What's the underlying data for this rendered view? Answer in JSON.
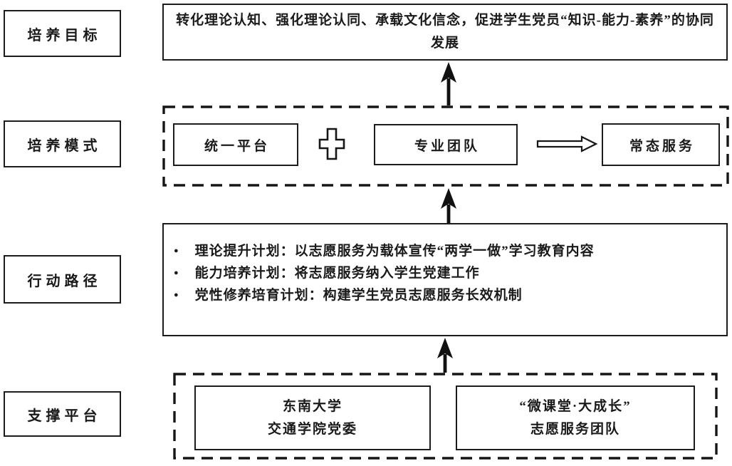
{
  "colors": {
    "ink": "#1a1a1a",
    "background": "#ffffff"
  },
  "glyphs": {
    "bullet": "●"
  },
  "rows": {
    "goal": {
      "label": "培养目标",
      "text": "转化理论认知、强化理论认同、承载文化信念，促进学生党员“知识-能力-素养”的协同发展"
    },
    "mode": {
      "label": "培养模式",
      "items": [
        "统一平台",
        "专业团队",
        "常态服务"
      ]
    },
    "path": {
      "label": "行动路径",
      "bullets": [
        "理论提升计划：以志愿服务为载体宣传“两学一做”学习教育内容",
        "能力培养计划：将志愿服务纳入学生党建工作",
        "党性修养培育计划：构建学生党员志愿服务长效机制"
      ]
    },
    "platform": {
      "label": "支撑平台",
      "items": [
        {
          "line1": "东南大学",
          "line2": "交通学院党委"
        },
        {
          "line1": "“微课堂·大成长”",
          "line2": "志愿服务团队"
        }
      ]
    }
  }
}
